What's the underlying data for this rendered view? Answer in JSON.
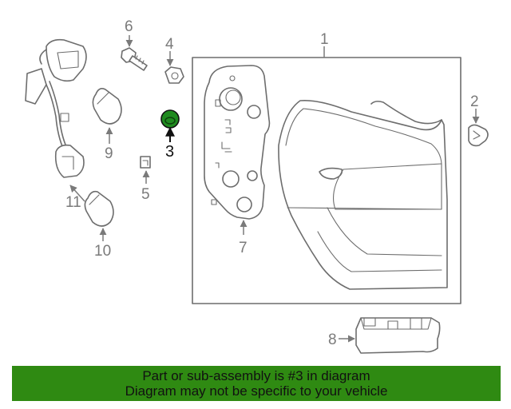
{
  "callouts": {
    "c1": "1",
    "c2": "2",
    "c3": "3",
    "c4": "4",
    "c5": "5",
    "c6": "6",
    "c7": "7",
    "c8": "8",
    "c9": "9",
    "c10": "10",
    "c11": "11"
  },
  "highlighted_part": "3",
  "colors": {
    "highlight": "#1f8a1f",
    "banner": "#2f8a12",
    "line": "#6d6d6d"
  },
  "banner": {
    "line1": "Part or sub-assembly is #3 in diagram",
    "line2": "Diagram may not be specific to your vehicle"
  }
}
